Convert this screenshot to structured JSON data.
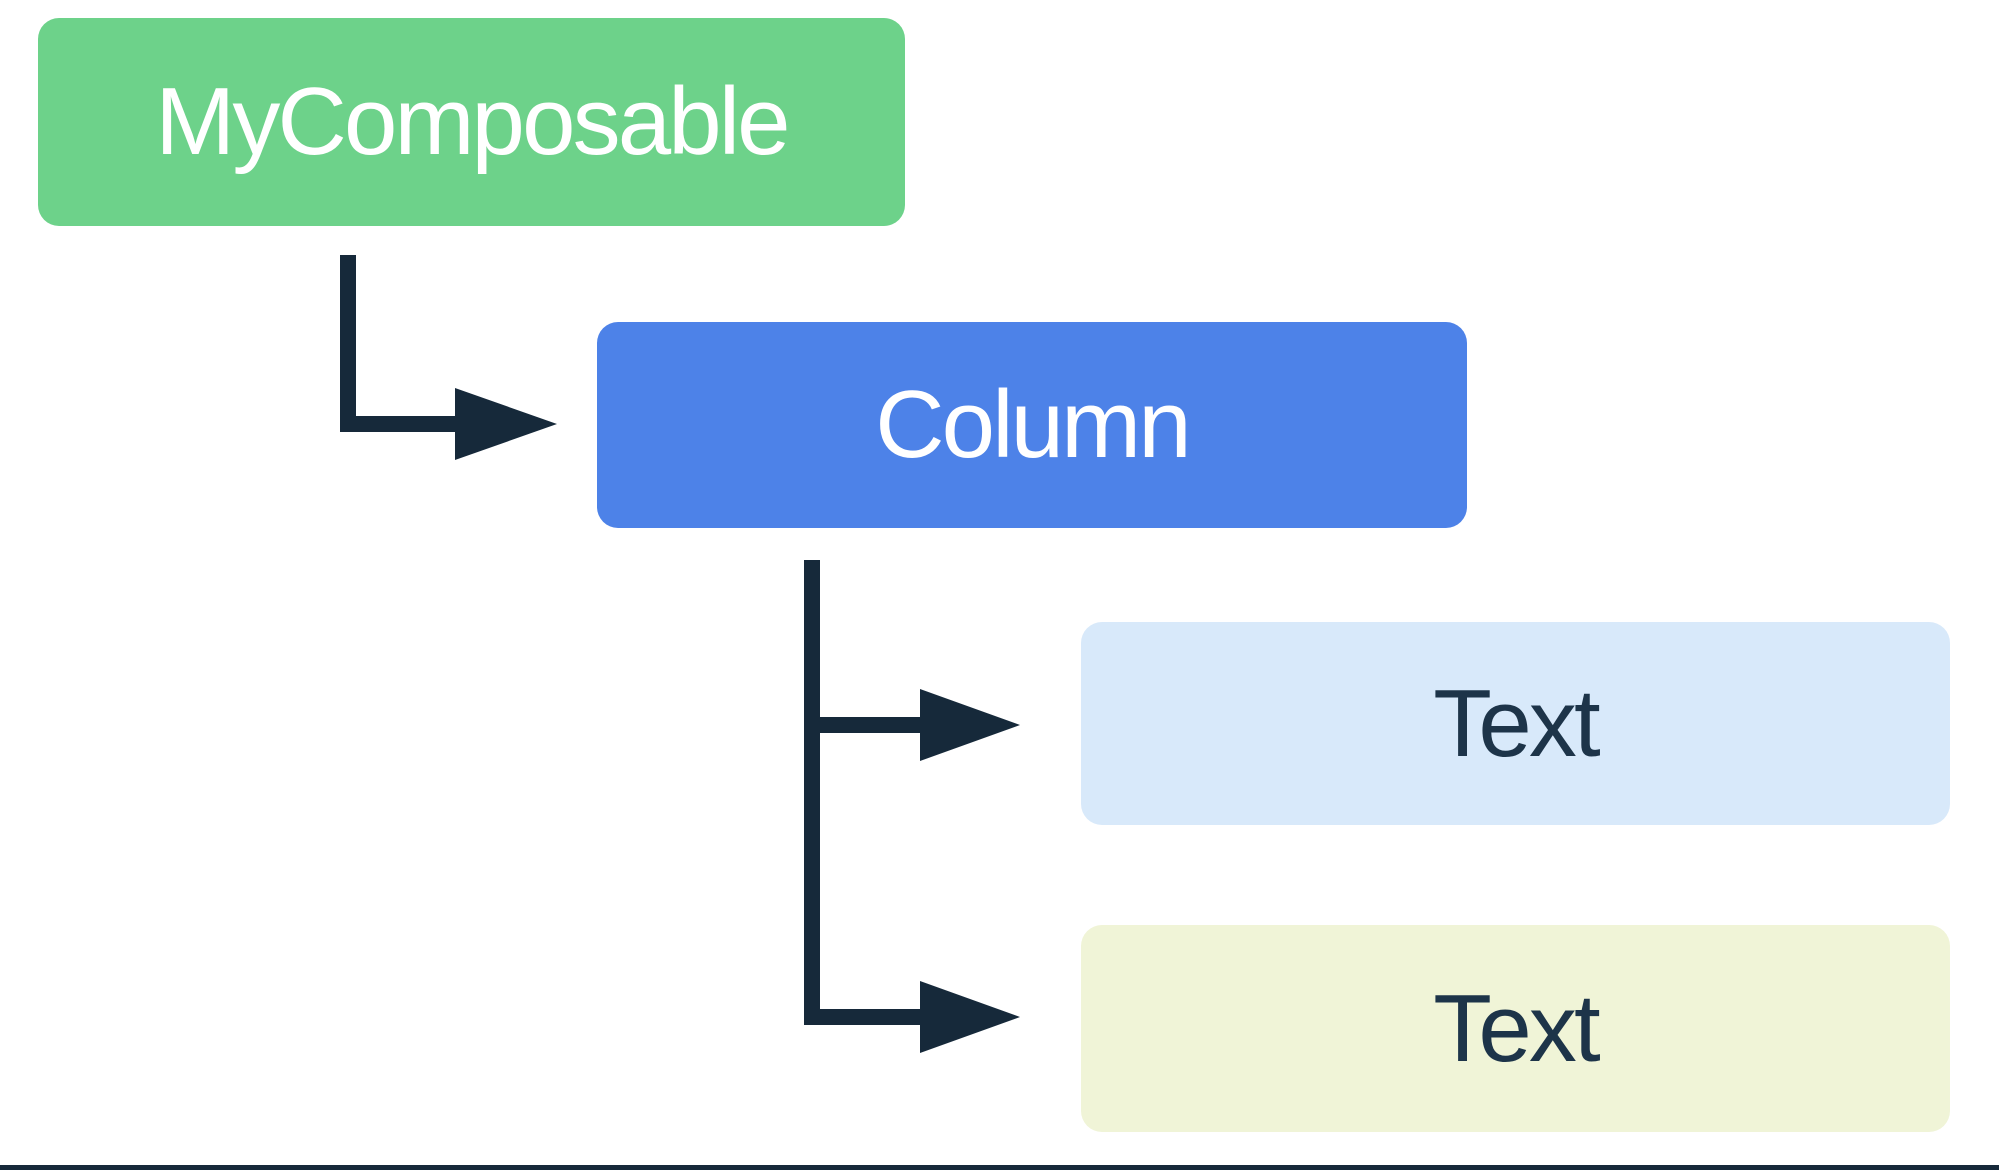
{
  "diagram": {
    "type": "tree",
    "description": "Composable UI hierarchy tree: MyComposable emits a Column which emits two Text children",
    "background": "#FFFFFF",
    "ink": "#16293A",
    "nodes": [
      {
        "id": "mycomposable",
        "label": "MyComposable",
        "bg": "#6DD28A",
        "text_color": "#FFFFFF"
      },
      {
        "id": "column",
        "label": "Column",
        "bg": "#4D82E8",
        "text_color": "#FFFFFF"
      },
      {
        "id": "text-1",
        "label": "Text",
        "bg": "#D8E9FA",
        "text_color": "#1D3449"
      },
      {
        "id": "text-2",
        "label": "Text",
        "bg": "#F0F4D7",
        "text_color": "#1D3449"
      }
    ],
    "edges": [
      {
        "from": "mycomposable",
        "to": "column"
      },
      {
        "from": "column",
        "to": "text-1"
      },
      {
        "from": "column",
        "to": "text-2"
      }
    ]
  }
}
